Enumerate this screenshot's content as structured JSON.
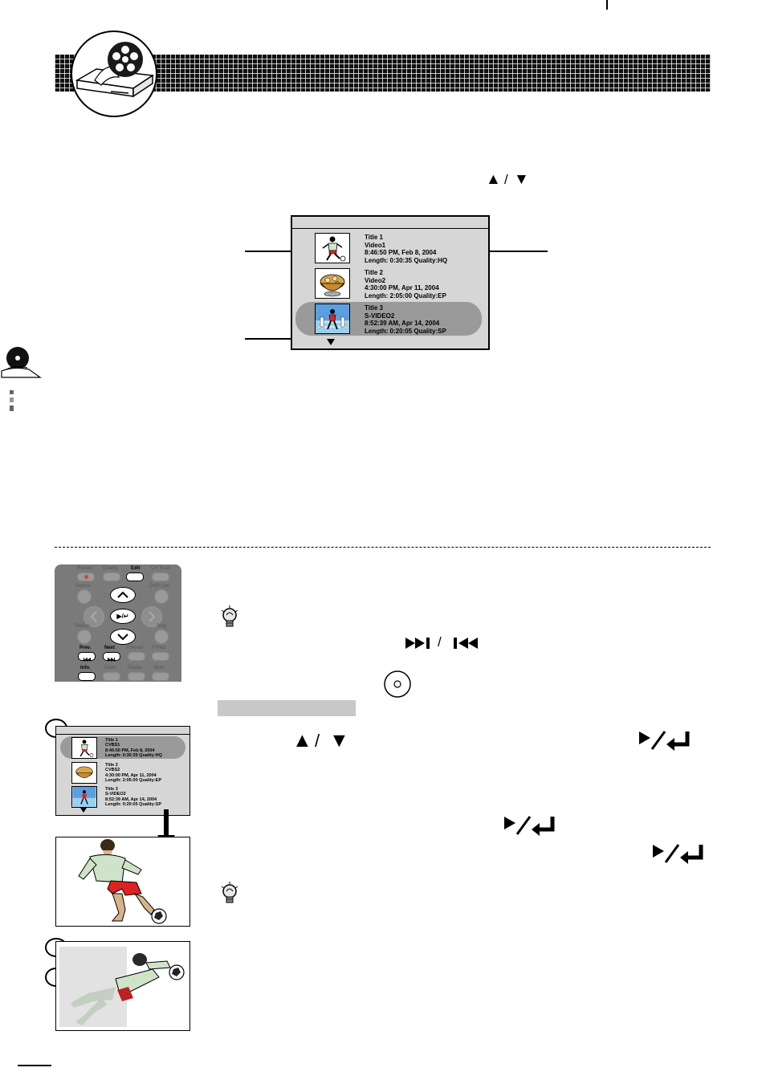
{
  "title_screen": {
    "items": [
      {
        "label": "Title 1",
        "source": "Video1",
        "datetime": "8:46:50 PM, Feb 8, 2004",
        "info": "Length: 0:30:35  Quality:HQ",
        "selected": false
      },
      {
        "label": "Title 2",
        "source": "Video2",
        "datetime": "4:30:00 PM, Apr 11, 2004",
        "info": "Length: 2:05:00  Quality:EP",
        "selected": false
      },
      {
        "label": "Title 3",
        "source": "S-VIDEO2",
        "datetime": "8:52:39 AM, Apr 14, 2004",
        "info": "Length: 0:20:05  Quality:SP",
        "selected": true
      }
    ]
  },
  "remote": {
    "top_labels": [
      "Record",
      "Quality",
      "Edit",
      "CH Scan"
    ],
    "source_label": "Source",
    "dvd_label": "DVD Live",
    "return_label": "Return",
    "stop_label": "Stop",
    "prev_label": "Prev.",
    "next_label": "Next",
    "frewd_label": "F.Rewd",
    "ffwd_label": "F.Fwd",
    "info_label": "Info.",
    "zoom_label": "Zoom",
    "pause_label": "Pause",
    "slow_label": "Slow",
    "enter_glyph": "▶/↵"
  },
  "mini_screen": {
    "items": [
      {
        "label": "Title 1",
        "source": "CVBS1",
        "datetime": "8:46:50 PM, Feb 8, 2004",
        "info": "Length: 0:30:35  Quality:HQ",
        "selected": true
      },
      {
        "label": "Title 2",
        "source": "CVBS2",
        "datetime": "4:30:00 PM, Apr 11, 2004",
        "info": "Length: 2:05:00  Quality:EP",
        "selected": false
      },
      {
        "label": "Title 3",
        "source": "S-VIDEO2",
        "datetime": "8:52:39 AM, Apr 14, 2004",
        "info": "Length: 0:20:05  Quality:SP",
        "selected": false
      }
    ]
  },
  "glyphs": {
    "up": "▲",
    "down": "▼",
    "skip_next": "▶▶|",
    "skip_prev": "|◀◀",
    "play_enter": "▶/↵",
    "slash": "/"
  },
  "icons": {
    "header": "film-reel-recorder-icon",
    "tip": "lightbulb-icon",
    "disc": "disc-icon",
    "side": "disc-hand-icon"
  },
  "colors": {
    "screen_bg": "#d6d6d6",
    "selected_row": "#9a9a9a",
    "remote_body": "#7a7a7a",
    "gray_bar": "#c8c8c8"
  }
}
